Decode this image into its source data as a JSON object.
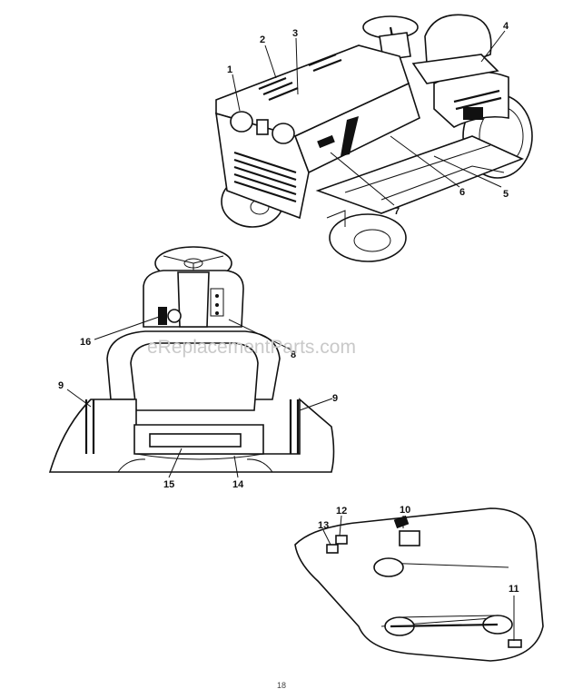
{
  "watermark": "eReplacementParts.com",
  "page_number": "18",
  "callouts": [
    {
      "id": "1",
      "label": "1"
    },
    {
      "id": "2",
      "label": "2"
    },
    {
      "id": "3",
      "label": "3"
    },
    {
      "id": "4",
      "label": "4"
    },
    {
      "id": "5",
      "label": "5"
    },
    {
      "id": "6",
      "label": "6"
    },
    {
      "id": "7",
      "label": "7"
    },
    {
      "id": "8",
      "label": "8"
    },
    {
      "id": "9a",
      "label": "9"
    },
    {
      "id": "9b",
      "label": "9"
    },
    {
      "id": "10",
      "label": "10"
    },
    {
      "id": "11",
      "label": "11"
    },
    {
      "id": "12",
      "label": "12"
    },
    {
      "id": "13",
      "label": "13"
    },
    {
      "id": "14",
      "label": "14"
    },
    {
      "id": "15",
      "label": "15"
    },
    {
      "id": "16",
      "label": "16"
    }
  ]
}
